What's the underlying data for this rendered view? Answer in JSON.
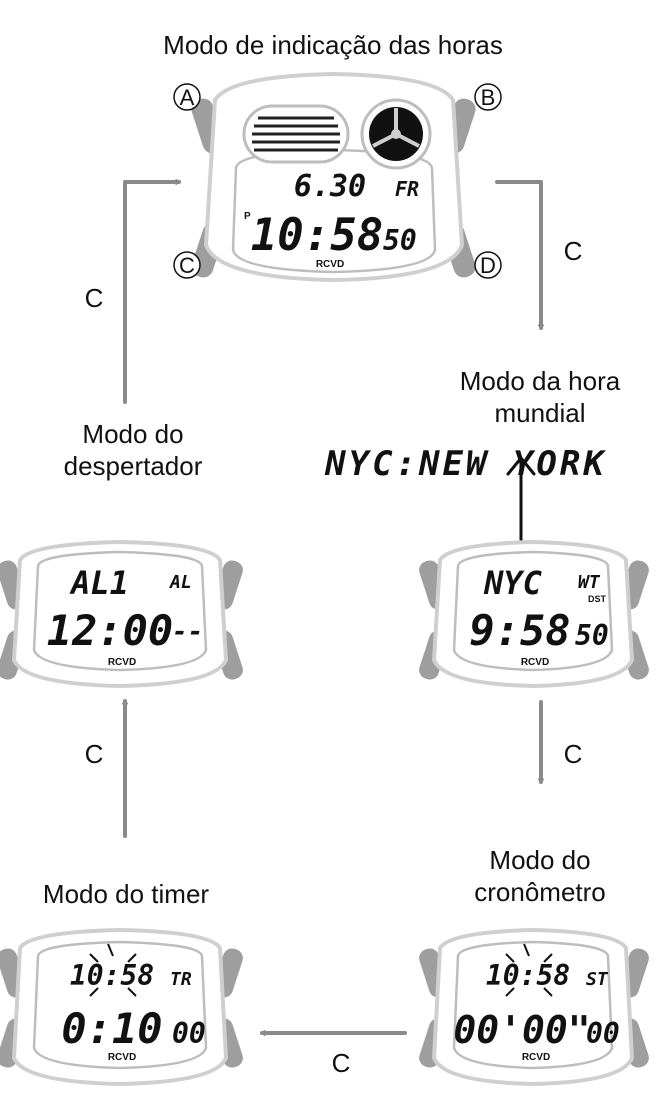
{
  "title": "Modo de indicação das horas",
  "buttons": {
    "a": "A",
    "b": "B",
    "c": "C",
    "d": "D"
  },
  "transition_label": "C",
  "modes": {
    "timekeeping": {
      "date": "6.30",
      "day": "FR",
      "pm": "P",
      "time": "10:58",
      "seconds": "50",
      "signal": "RCVD"
    },
    "world_time": {
      "label_line1": "Modo da hora",
      "label_line2": "mundial",
      "city_full": "NYC:NEW YORK",
      "city": "NYC",
      "indicator": "WT",
      "dst": "DST",
      "time": "9:58",
      "seconds": "50",
      "signal": "RCVD"
    },
    "alarm": {
      "label_line1": "Modo do",
      "label_line2": "despertador",
      "alarm_id": "AL1",
      "indicator": "AL",
      "time": "12:00",
      "suffix": "--",
      "signal": "RCVD"
    },
    "timer": {
      "label": "Modo do timer",
      "current_time": "10:58",
      "indicator": "TR",
      "timer_value": "0:10",
      "seconds": "00",
      "signal": "RCVD"
    },
    "stopwatch": {
      "label_line1": "Modo do",
      "label_line2": "cronômetro",
      "current_time": "10:58",
      "indicator": "ST",
      "elapsed": "00'00\"",
      "hundredths": "00",
      "signal": "RCVD"
    }
  },
  "colors": {
    "arrow": "#8a8a8a",
    "watch_case": "#cfcfcf",
    "watch_button": "#9e9e9e",
    "ink": "#111111"
  }
}
